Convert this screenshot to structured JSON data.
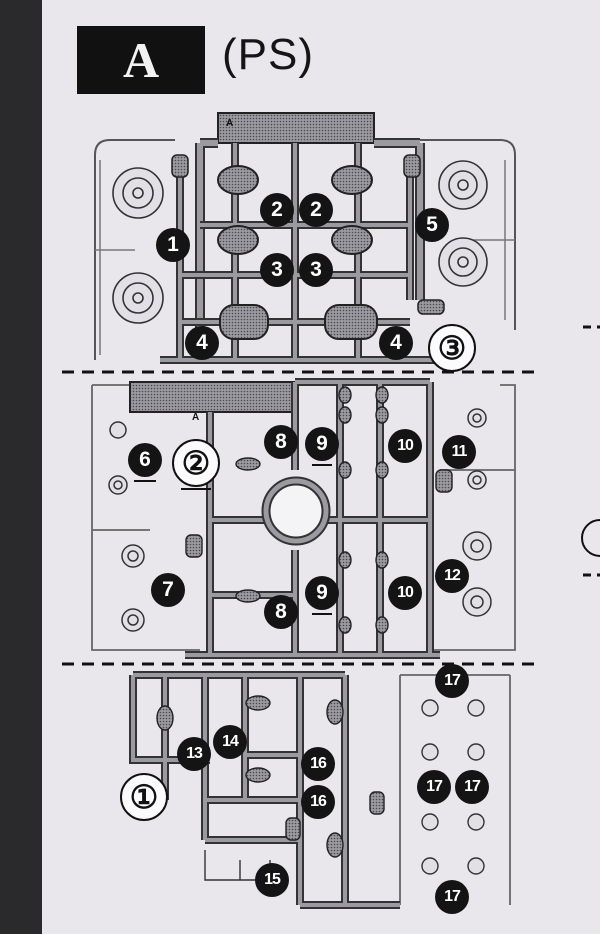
{
  "header": {
    "sheet_letter": "A",
    "sheet_code": "(PS)"
  },
  "sections": [
    {
      "sub_runner": "③",
      "gate_tag": "A",
      "parts": [
        "1",
        "2",
        "2",
        "3",
        "3",
        "4",
        "4",
        "5"
      ]
    },
    {
      "sub_runner": "②",
      "gate_tag": "A",
      "parts": [
        "6",
        "7",
        "8",
        "8",
        "9",
        "9",
        "10",
        "10",
        "11",
        "12"
      ]
    },
    {
      "sub_runner": "①",
      "parts": [
        "13",
        "14",
        "15",
        "16",
        "16",
        "17",
        "17",
        "17",
        "17"
      ]
    }
  ],
  "colors": {
    "ink": "#111111",
    "paper": "#e9e6ec",
    "spine": "#2a2a2c",
    "runner_fill": "#8f8f94"
  }
}
